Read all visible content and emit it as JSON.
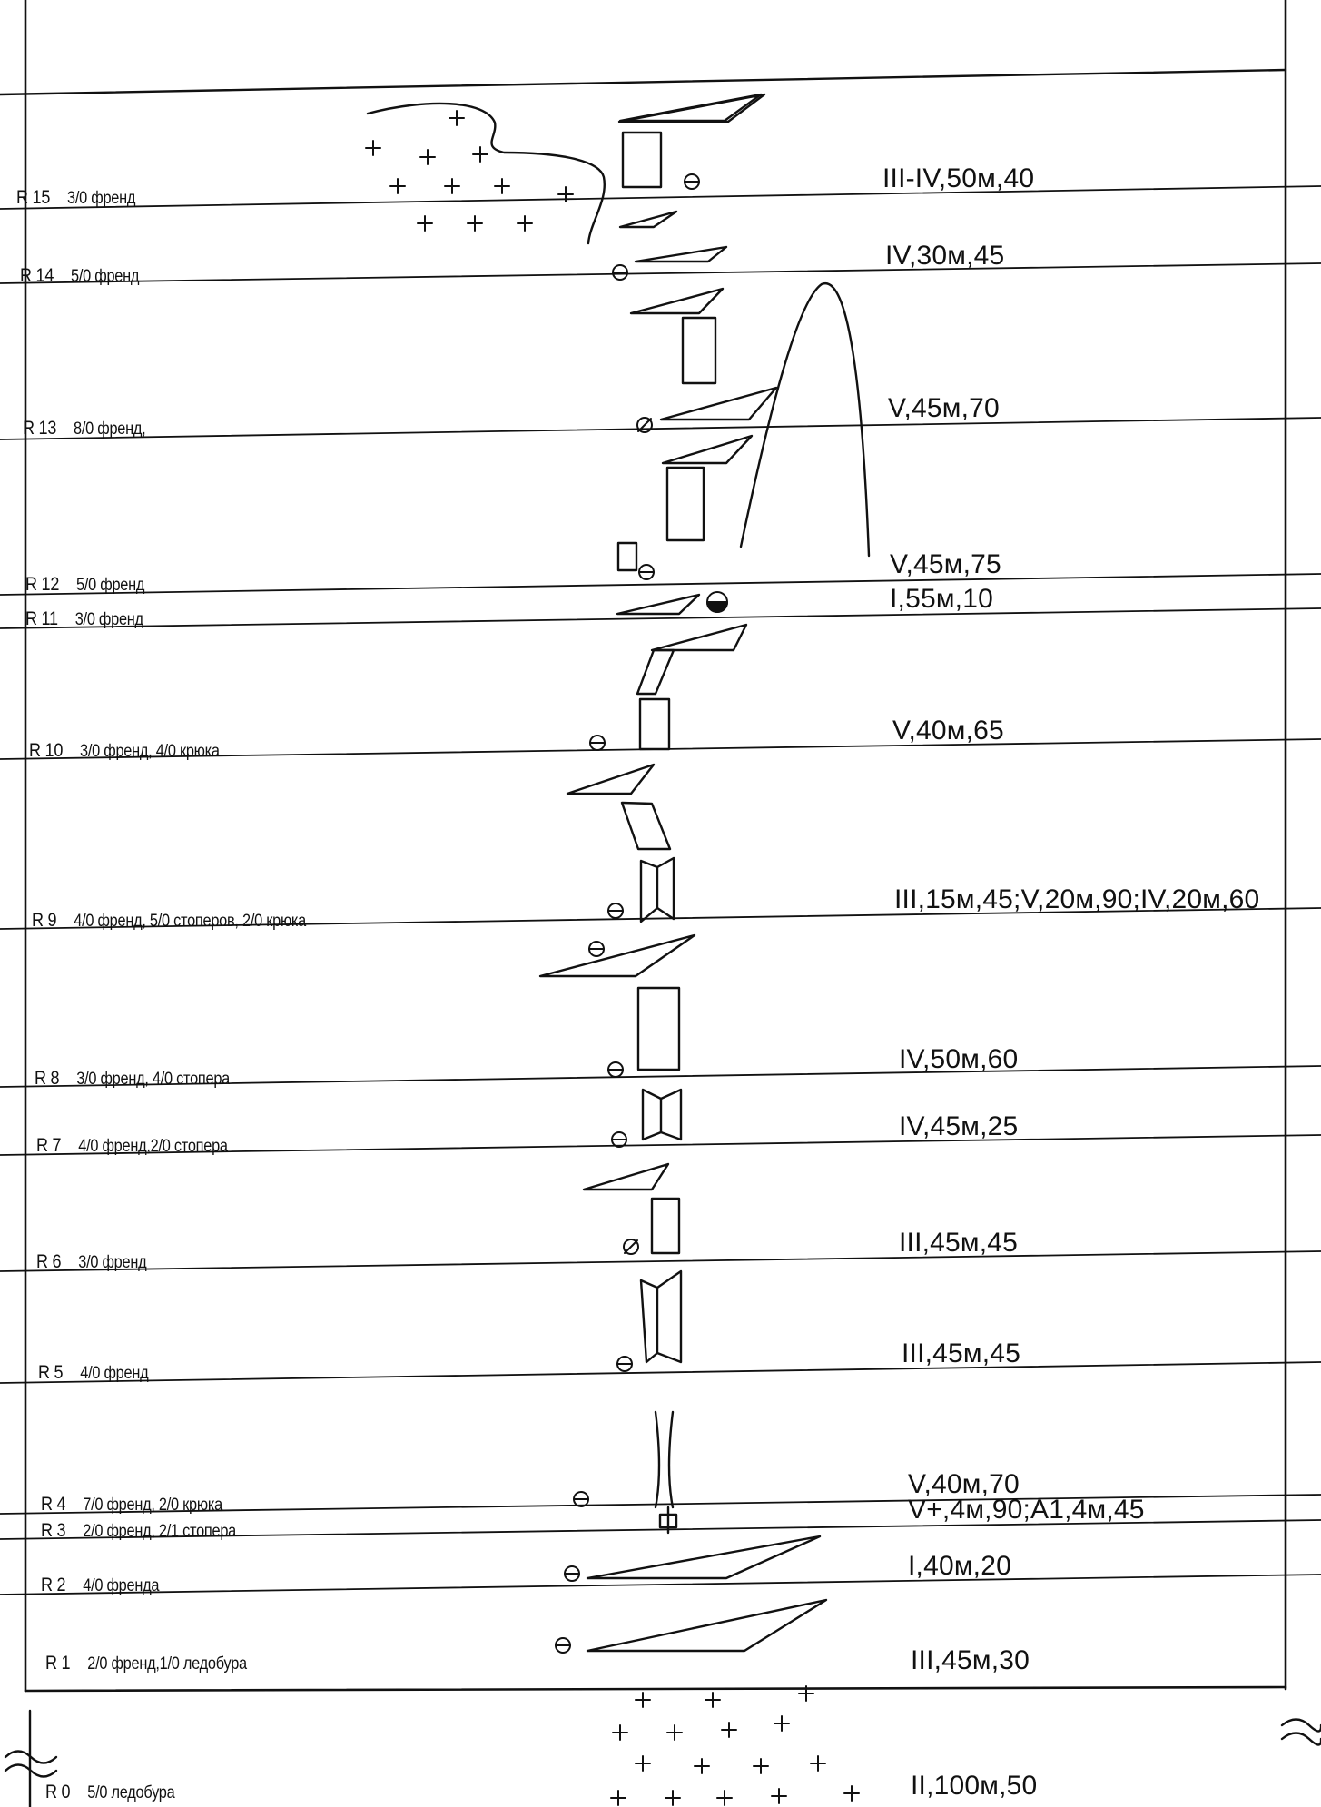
{
  "ropes": [
    {
      "id": "R 15",
      "gear": "3/0 френд",
      "grade": "III-IV,50м,40"
    },
    {
      "id": "R 14",
      "gear": "5/0 френд",
      "grade": "IV,30м,45"
    },
    {
      "id": "R 13",
      "gear": "8/0 френд,",
      "grade": "V,45м,70"
    },
    {
      "id": "R 12",
      "gear": "5/0 френд",
      "grade": "V,45м,75"
    },
    {
      "id": "R 11",
      "gear": "3/0 френд",
      "grade": "I,55м,10"
    },
    {
      "id": "R 10",
      "gear": "3/0 френд, 4/0 крюка",
      "grade": "V,40м,65"
    },
    {
      "id": "R 9",
      "gear": "4/0 френд, 5/0 стоперов, 2/0 крюка",
      "grade": "III,15м,45;V,20м,90;IV,20м,60"
    },
    {
      "id": "R 8",
      "gear": "3/0 френд, 4/0 стопера",
      "grade": "IV,50м,60"
    },
    {
      "id": "R 7",
      "gear": "4/0 френд,2/0 стопера",
      "grade": "IV,45м,25"
    },
    {
      "id": "R 6",
      "gear": "3/0 френд",
      "grade": "III,45м,45"
    },
    {
      "id": "R 5",
      "gear": "4/0 френд",
      "grade": "III,45м,45"
    },
    {
      "id": "R 4",
      "gear": "7/0 френд,  2/0 крюка",
      "grade": "V,40м,70"
    },
    {
      "id": "R 3",
      "gear": "2/0 френд, 2/1 стопера",
      "grade": "V+,4м,90;A1,4м,45"
    },
    {
      "id": "R 2",
      "gear": "4/0 френда",
      "grade": "I,40м,20"
    },
    {
      "id": "R 1",
      "gear": "2/0 френд,1/0 ледобура",
      "grade": "III,45м,30"
    },
    {
      "id": "R 0",
      "gear": "5/0 ледобура",
      "grade": "II,100м,50"
    }
  ]
}
